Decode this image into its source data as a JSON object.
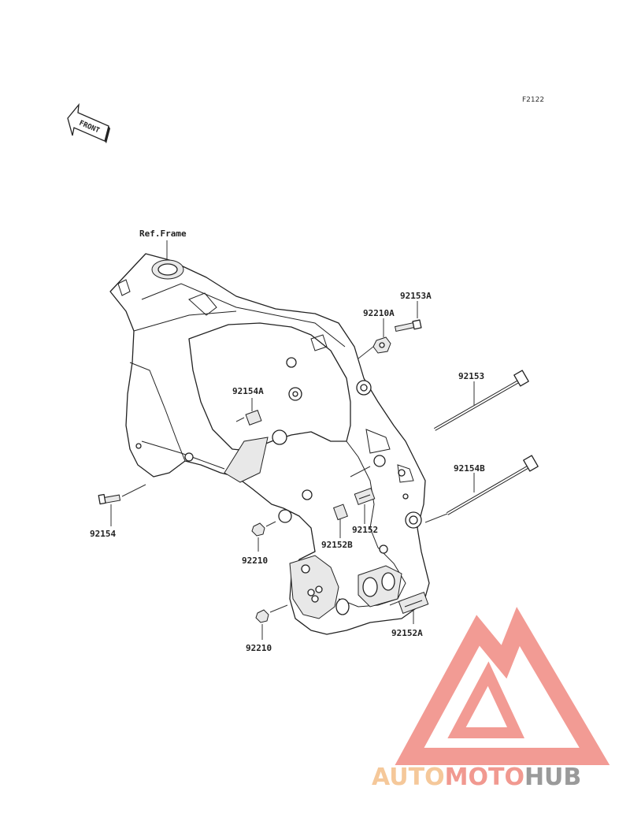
{
  "figure_code": "F2122",
  "front_label": "FRONT",
  "ref_label": "Ref.Frame",
  "parts": {
    "p92153A": "92153A",
    "p92210A": "92210A",
    "p92153": "92153",
    "p92154A": "92154A",
    "p92154B": "92154B",
    "p92152": "92152",
    "p92152B": "92152B",
    "p92154": "92154",
    "p92210_upper": "92210",
    "p92210_lower": "92210",
    "p92152A": "92152A"
  },
  "watermark": {
    "word_auto": "AUTO",
    "word_moto": "MOTO",
    "word_hub": "HUB",
    "color_auto": "#f5c89a",
    "color_moto": "#f19990",
    "color_hub": "#9a9a9a",
    "color_logo": "#f08a82"
  }
}
